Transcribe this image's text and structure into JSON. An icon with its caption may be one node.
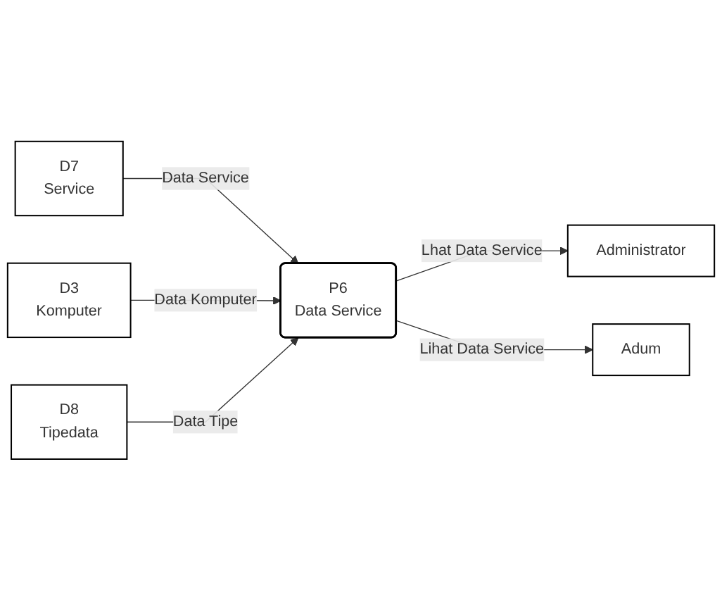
{
  "diagram": {
    "nodes": [
      {
        "text": [
          "P6",
          "Data Service"
        ]
      },
      {
        "text": [
          "Administrator"
        ]
      },
      {
        "text": [
          "D7",
          "Service"
        ]
      },
      {
        "text": [
          "D3",
          "Komputer"
        ]
      },
      {
        "text": [
          "D8",
          "Tipedata"
        ]
      },
      {
        "text": [
          "Adum"
        ]
      }
    ],
    "edges": [
      {
        "from": 0,
        "to": 1,
        "arrow": "to",
        "label": "Lhat Data Service"
      },
      {
        "from": 2,
        "to": 0,
        "arrow": "to",
        "label": "Data Service"
      },
      {
        "from": 3,
        "to": 0,
        "arrow": "to",
        "label": "Data Komputer"
      },
      {
        "from": 4,
        "to": 0,
        "arrow": "to",
        "label": "Data Tipe"
      },
      {
        "from": 0,
        "to": 5,
        "arrow": "to",
        "label": "Lihat Data Service"
      }
    ]
  }
}
